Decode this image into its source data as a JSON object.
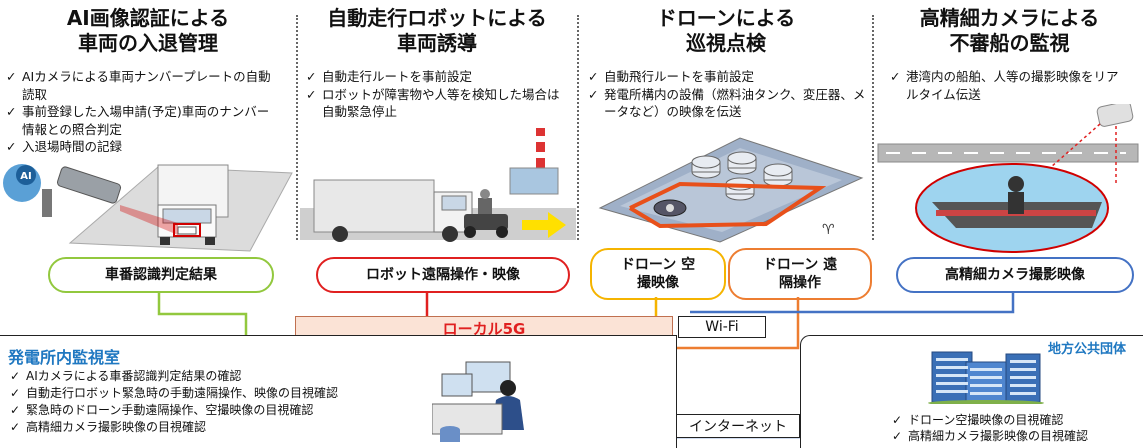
{
  "columns": [
    {
      "title_l1": "AI画像認証による",
      "title_l2": "車両の入退管理",
      "bullets": [
        "AIカメラによる車両ナンバープレートの自動読取",
        "事前登録した入場申請(予定)車両のナンバー情報との照合判定",
        "入退場時間の記録"
      ],
      "label": "車番認識判定結果",
      "color": "#92c83e"
    },
    {
      "title_l1": "自動走行ロボットによる",
      "title_l2": "車両誘導",
      "bullets": [
        "自動走行ルートを事前設定",
        "ロボットが障害物や人等を検知した場合は自動緊急停止"
      ],
      "label": "ロボット遠隔操作・映像",
      "color": "#e02020"
    },
    {
      "title_l1": "ドローンによる",
      "title_l2": "巡視点検",
      "bullets": [
        "自動飛行ルートを事前設定",
        "発電所構内の設備（燃料油タンク、変圧器、メータなど）の映像を伝送"
      ],
      "label_a": "ドローン 空撮映像",
      "label_b": "ドローン 遠隔操作",
      "color_a": "#f5b400",
      "color_b": "#ed7d31"
    },
    {
      "title_l1": "高精細カメラによる",
      "title_l2": "不審船の監視",
      "bullets": [
        "港湾内の船舶、人等の撮影映像をリアルタイム伝送"
      ],
      "label": "高精細カメラ撮影映像",
      "color": "#4472c4"
    }
  ],
  "ai_badge": "AI",
  "network": {
    "local5g": "ローカル5G",
    "wifi": "Wi-Fi",
    "internet": "インターネット"
  },
  "monitor_room": {
    "title": "発電所内監視室",
    "bullets": [
      "AIカメラによる車番認識判定結果の確認",
      "自動走行ロボット緊急時の手動遠隔操作、映像の目視確認",
      "緊急時のドローン手動遠隔操作、空撮映像の目視確認",
      "高精細カメラ撮影映像の目視確認"
    ]
  },
  "local_gov": {
    "title": "地方公共団体",
    "bullets": [
      "ドローン空撮映像の目視確認",
      "高精細カメラ撮影映像の目視確認"
    ]
  }
}
